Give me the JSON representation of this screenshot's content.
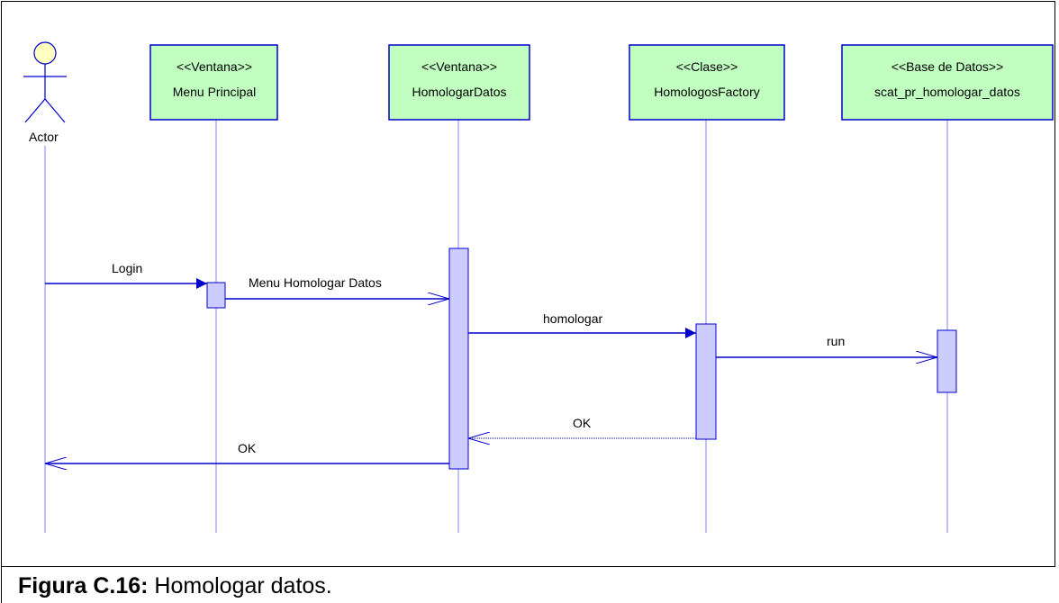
{
  "colors": {
    "box_fill": "#c0ffc0",
    "box_border": "#0000cc",
    "activation_fill": "#ccccff",
    "message_line": "#0000cc",
    "lifeline": "#8080ff",
    "actor_head": "#ffffc0"
  },
  "actor": {
    "label": "Actor"
  },
  "objects": [
    {
      "stereotype": "<<Ventana>>",
      "name": "Menu Principal"
    },
    {
      "stereotype": "<<Ventana>>",
      "name": "HomologarDatos"
    },
    {
      "stereotype": "<<Clase>>",
      "name": "HomologosFactory"
    },
    {
      "stereotype": "<<Base de Datos>>",
      "name": "scat_pr_homologar_datos"
    }
  ],
  "messages": [
    {
      "label": "Login"
    },
    {
      "label": "Menu Homologar Datos"
    },
    {
      "label": "homologar"
    },
    {
      "label": "run"
    },
    {
      "label": "OK"
    },
    {
      "label": "OK"
    }
  ],
  "caption": {
    "prefix": "Figura C.16:",
    "text": " Homologar datos."
  }
}
